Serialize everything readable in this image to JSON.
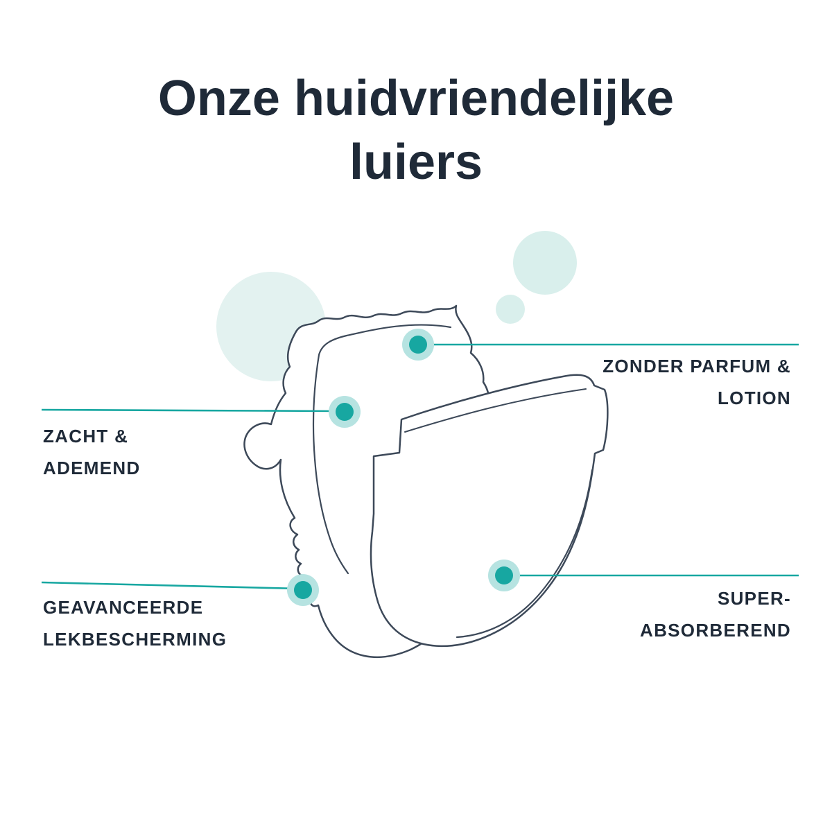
{
  "title": {
    "line1": "Onze huidvriendelijke",
    "line2": "luiers"
  },
  "callouts": [
    {
      "id": "zonder-parfum-lotion",
      "side": "right",
      "label_lines": [
        "ZONDER PARFUM &",
        "LOTION"
      ]
    },
    {
      "id": "zacht-ademend",
      "side": "left",
      "label_lines": [
        "ZACHT &",
        "ADEMEND"
      ]
    },
    {
      "id": "geavanceerde-lekbescherming",
      "side": "left",
      "label_lines": [
        "GEAVANCEERDE",
        "LEKBESCHERMING"
      ]
    },
    {
      "id": "super-absorberend",
      "side": "right",
      "label_lines": [
        "SUPER-",
        "ABSORBEREND"
      ]
    }
  ],
  "illustration": {
    "subject": "two-overlapping-diapers-line-drawing",
    "marker_count": 4
  },
  "colors": {
    "accent_teal": "#17a7a1",
    "marker_halo": "#b6e3e1",
    "background_circles": "#e3f2f0",
    "text_dark": "#1f2a38",
    "drawing_outline": "#3d4959",
    "page_background": "#ffffff"
  }
}
